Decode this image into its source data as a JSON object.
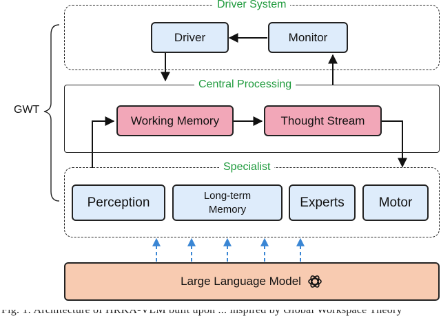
{
  "groups": {
    "driver_system": "Driver System",
    "central_processing": "Central Processing",
    "specialist": "Specialist"
  },
  "bracket_label": "GWT",
  "nodes": {
    "driver": "Driver",
    "monitor": "Monitor",
    "working_memory": "Working Memory",
    "thought_stream": "Thought Stream",
    "perception": "Perception",
    "long_term_memory_line1": "Long-term",
    "long_term_memory_line2": "Memory",
    "experts": "Experts",
    "motor": "Motor",
    "llm": "Large Language Model"
  },
  "icons": {
    "llm_logo": "openai-logo-icon"
  },
  "colors": {
    "group_title": "#1e9a3c",
    "node_blue": "#deecfb",
    "node_pink": "#f2a7b8",
    "node_llm": "#f8cbb1",
    "dashed_arrow": "#3a86d4"
  },
  "caption": "Fig. 1: Architecture of HRKA-VLM built upon ... inspired by Global Workspace Theory"
}
